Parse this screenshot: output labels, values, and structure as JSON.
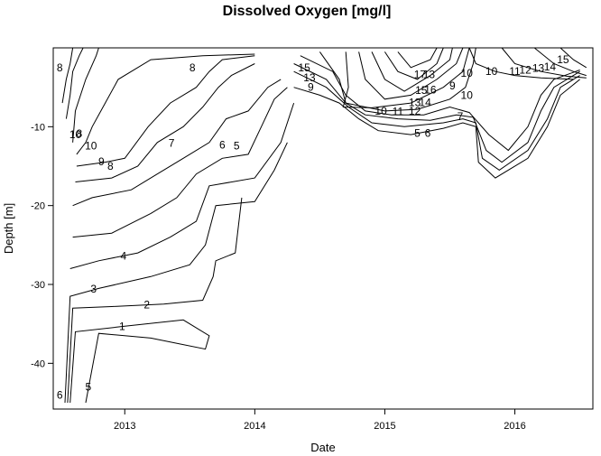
{
  "chart_data": {
    "type": "contour",
    "title": "Dissolved Oxygen [mg/l]",
    "xlabel": "Date",
    "ylabel": "Depth [m]",
    "xlim": [
      2012.45,
      2016.6
    ],
    "ylim": [
      -45.8,
      0
    ],
    "x_ticks": [
      {
        "value": 2013,
        "label": "2013"
      },
      {
        "value": 2014,
        "label": "2014"
      },
      {
        "value": 2015,
        "label": "2015"
      },
      {
        "value": 2016,
        "label": "2016"
      }
    ],
    "y_ticks": [
      {
        "value": -10,
        "label": "-10"
      },
      {
        "value": -20,
        "label": "-20"
      },
      {
        "value": -30,
        "label": "-30"
      },
      {
        "value": -40,
        "label": "-40"
      }
    ],
    "contour_levels": [
      "1",
      "2",
      "3",
      "4",
      "5",
      "6",
      "7",
      "8",
      "9",
      "10",
      "11",
      "12",
      "13",
      "14",
      "15",
      "16",
      "17"
    ],
    "contours": [
      {
        "level": 1,
        "points": [
          [
            2012.58,
            -45
          ],
          [
            2012.62,
            -36
          ],
          [
            2013.0,
            -35.3
          ],
          [
            2013.45,
            -34.5
          ],
          [
            2013.65,
            -36.5
          ],
          [
            2013.62,
            -38.2
          ],
          [
            2013.2,
            -36.8
          ],
          [
            2012.8,
            -36.2
          ],
          [
            2012.7,
            -45
          ]
        ]
      },
      {
        "level": 2,
        "points": [
          [
            2012.56,
            -45
          ],
          [
            2012.6,
            -33
          ],
          [
            2012.9,
            -32.8
          ],
          [
            2013.3,
            -32.5
          ],
          [
            2013.6,
            -32
          ],
          [
            2013.68,
            -29
          ],
          [
            2013.7,
            -27
          ],
          [
            2013.85,
            -26
          ],
          [
            2013.9,
            -19
          ]
        ]
      },
      {
        "level": 3,
        "points": [
          [
            2012.54,
            -45
          ],
          [
            2012.58,
            -31.5
          ],
          [
            2012.8,
            -30.5
          ],
          [
            2013.2,
            -29
          ],
          [
            2013.5,
            -27.5
          ],
          [
            2013.62,
            -25
          ],
          [
            2013.7,
            -20
          ],
          [
            2014.0,
            -19.5
          ],
          [
            2014.15,
            -15.5
          ],
          [
            2014.25,
            -12
          ]
        ]
      },
      {
        "level": 4,
        "points": [
          [
            2012.58,
            -28
          ],
          [
            2012.8,
            -27
          ],
          [
            2013.1,
            -26
          ],
          [
            2013.35,
            -24
          ],
          [
            2013.55,
            -22
          ],
          [
            2013.65,
            -17.5
          ],
          [
            2014.0,
            -16.5
          ],
          [
            2014.2,
            -12
          ],
          [
            2014.3,
            -7
          ]
        ]
      },
      {
        "level": 5,
        "points": [
          [
            2012.6,
            -24
          ],
          [
            2012.9,
            -23.5
          ],
          [
            2013.2,
            -21
          ],
          [
            2013.4,
            -19
          ],
          [
            2013.55,
            -16
          ],
          [
            2013.75,
            -14
          ],
          [
            2013.95,
            -13.5
          ],
          [
            2014.05,
            -10
          ],
          [
            2014.15,
            -6.5
          ],
          [
            2014.25,
            -5
          ]
        ]
      },
      {
        "level": 6,
        "points": [
          [
            2012.6,
            -20
          ],
          [
            2012.75,
            -19
          ],
          [
            2013.05,
            -18
          ],
          [
            2013.25,
            -16
          ],
          [
            2013.45,
            -14
          ],
          [
            2013.65,
            -12
          ],
          [
            2013.78,
            -9
          ],
          [
            2013.95,
            -8
          ],
          [
            2014.1,
            -5
          ],
          [
            2014.2,
            -4
          ]
        ]
      },
      {
        "level": 7,
        "points": [
          [
            2012.62,
            -17
          ],
          [
            2012.9,
            -16.5
          ],
          [
            2013.1,
            -15
          ],
          [
            2013.25,
            -12
          ],
          [
            2013.45,
            -10
          ],
          [
            2013.6,
            -7.5
          ],
          [
            2013.72,
            -5
          ],
          [
            2013.82,
            -3.5
          ],
          [
            2014.0,
            -2
          ]
        ]
      },
      {
        "level": 8,
        "points": [
          [
            2012.63,
            -15
          ],
          [
            2012.85,
            -14.5
          ],
          [
            2013.0,
            -14
          ],
          [
            2013.18,
            -10
          ],
          [
            2013.35,
            -7
          ],
          [
            2013.55,
            -5
          ],
          [
            2013.65,
            -3
          ],
          [
            2013.75,
            -1.5
          ],
          [
            2014.0,
            -1
          ]
        ]
      },
      {
        "level": 9,
        "points": [
          [
            2012.63,
            -13.5
          ],
          [
            2012.7,
            -12
          ],
          [
            2012.75,
            -10
          ],
          [
            2012.85,
            -7
          ],
          [
            2012.95,
            -4
          ],
          [
            2013.2,
            -1.5
          ],
          [
            2013.6,
            -1
          ],
          [
            2014.0,
            -0.8
          ]
        ]
      },
      {
        "level": 10,
        "points": [
          [
            2012.6,
            -12
          ],
          [
            2012.62,
            -8
          ],
          [
            2012.7,
            -4
          ],
          [
            2012.78,
            -1
          ],
          [
            2012.8,
            0
          ]
        ]
      },
      {
        "level": 11,
        "points": [
          [
            2012.55,
            -9
          ],
          [
            2012.58,
            -6
          ],
          [
            2012.6,
            -3
          ],
          [
            2012.65,
            -1
          ],
          [
            2012.68,
            0
          ]
        ]
      },
      {
        "level": 12,
        "points": [
          [
            2012.52,
            -7
          ],
          [
            2012.55,
            -4
          ],
          [
            2012.58,
            -2
          ],
          [
            2012.6,
            0
          ]
        ]
      },
      {
        "level": 5,
        "points": [
          [
            2014.3,
            -5
          ],
          [
            2014.5,
            -6
          ],
          [
            2014.65,
            -7
          ],
          [
            2014.8,
            -9
          ],
          [
            2014.95,
            -10.5
          ],
          [
            2015.2,
            -11
          ],
          [
            2015.45,
            -10.2
          ],
          [
            2015.6,
            -9.5
          ],
          [
            2015.7,
            -10
          ],
          [
            2015.72,
            -14.5
          ],
          [
            2015.85,
            -16.5
          ],
          [
            2016.1,
            -14
          ],
          [
            2016.25,
            -10
          ],
          [
            2016.35,
            -6
          ],
          [
            2016.5,
            -4
          ]
        ]
      },
      {
        "level": 6,
        "points": [
          [
            2014.3,
            -3
          ],
          [
            2014.55,
            -5
          ],
          [
            2014.72,
            -7.5
          ],
          [
            2014.9,
            -9.5
          ],
          [
            2015.15,
            -10
          ],
          [
            2015.45,
            -9.5
          ],
          [
            2015.6,
            -9
          ],
          [
            2015.7,
            -9.5
          ],
          [
            2015.75,
            -14
          ],
          [
            2015.88,
            -15.5
          ],
          [
            2016.1,
            -13
          ],
          [
            2016.25,
            -9
          ],
          [
            2016.35,
            -5
          ],
          [
            2016.5,
            -3.5
          ]
        ]
      },
      {
        "level": 7,
        "points": [
          [
            2014.3,
            -2
          ],
          [
            2014.55,
            -4
          ],
          [
            2014.7,
            -7
          ],
          [
            2014.85,
            -8.5
          ],
          [
            2015.1,
            -9
          ],
          [
            2015.35,
            -9.2
          ],
          [
            2015.55,
            -8.5
          ],
          [
            2015.68,
            -8.8
          ],
          [
            2015.78,
            -13
          ],
          [
            2015.9,
            -14.5
          ],
          [
            2016.1,
            -12
          ],
          [
            2016.2,
            -8
          ],
          [
            2016.3,
            -5
          ],
          [
            2016.5,
            -3
          ]
        ]
      },
      {
        "level": 8,
        "points": [
          [
            2014.35,
            -1
          ],
          [
            2014.6,
            -3
          ],
          [
            2014.7,
            -6
          ],
          [
            2014.85,
            -8
          ],
          [
            2015.05,
            -8.5
          ],
          [
            2015.3,
            -8.5
          ],
          [
            2015.5,
            -7.5
          ],
          [
            2015.65,
            -8.2
          ],
          [
            2015.8,
            -11
          ],
          [
            2015.95,
            -13
          ],
          [
            2016.1,
            -10
          ],
          [
            2016.2,
            -6
          ],
          [
            2016.3,
            -4
          ],
          [
            2016.5,
            -2.8
          ]
        ]
      },
      {
        "level": 9,
        "points": [
          [
            2014.5,
            -0.5
          ],
          [
            2014.65,
            -4
          ],
          [
            2014.7,
            -7
          ],
          [
            2015.0,
            -8
          ],
          [
            2015.25,
            -7.8
          ],
          [
            2015.5,
            -6.5
          ],
          [
            2015.62,
            -5
          ],
          [
            2015.68,
            -2
          ],
          [
            2015.7,
            0
          ]
        ]
      },
      {
        "level": 10,
        "points": [
          [
            2014.7,
            -0.5
          ],
          [
            2014.72,
            -5
          ],
          [
            2014.68,
            -7.5
          ],
          [
            2014.9,
            -7.6
          ],
          [
            2015.2,
            -7
          ],
          [
            2015.45,
            -5
          ],
          [
            2015.6,
            -3
          ],
          [
            2015.65,
            0
          ]
        ]
      },
      {
        "level": 11,
        "points": [
          [
            2014.8,
            -0.5
          ],
          [
            2014.85,
            -4
          ],
          [
            2015.0,
            -6.5
          ],
          [
            2015.2,
            -6
          ],
          [
            2015.4,
            -4
          ],
          [
            2015.55,
            -2
          ],
          [
            2015.6,
            0
          ]
        ]
      },
      {
        "level": 12,
        "points": [
          [
            2014.9,
            -0.5
          ],
          [
            2015.0,
            -4
          ],
          [
            2015.15,
            -5.5
          ],
          [
            2015.35,
            -3.5
          ],
          [
            2015.5,
            -1.5
          ],
          [
            2015.52,
            0
          ]
        ]
      },
      {
        "level": 13,
        "points": [
          [
            2015.0,
            -0.5
          ],
          [
            2015.1,
            -3
          ],
          [
            2015.25,
            -4
          ],
          [
            2015.4,
            -2
          ],
          [
            2015.45,
            0
          ]
        ]
      },
      {
        "level": 14,
        "points": [
          [
            2015.1,
            -0.5
          ],
          [
            2015.2,
            -2.5
          ],
          [
            2015.35,
            -1.5
          ],
          [
            2015.4,
            0
          ]
        ]
      },
      {
        "level": 10,
        "points": [
          [
            2015.65,
            0
          ],
          [
            2015.7,
            -2
          ],
          [
            2015.85,
            -3
          ],
          [
            2016.0,
            -3.5
          ],
          [
            2016.2,
            -3.8
          ],
          [
            2016.45,
            -4
          ]
        ]
      },
      {
        "level": 12,
        "points": [
          [
            2015.9,
            0
          ],
          [
            2016.0,
            -2
          ],
          [
            2016.2,
            -3
          ],
          [
            2016.4,
            -3.6
          ],
          [
            2016.55,
            -3.8
          ]
        ]
      },
      {
        "level": 14,
        "points": [
          [
            2016.15,
            0
          ],
          [
            2016.3,
            -2
          ],
          [
            2016.45,
            -3
          ],
          [
            2016.55,
            -3.5
          ]
        ]
      },
      {
        "level": 15,
        "points": [
          [
            2016.35,
            0
          ],
          [
            2016.45,
            -1.5
          ],
          [
            2016.55,
            -2.5
          ]
        ]
      }
    ],
    "labels": [
      {
        "text": "1",
        "x": 2012.98,
        "y": -35.3
      },
      {
        "text": "2",
        "x": 2013.17,
        "y": -32.6
      },
      {
        "text": "3",
        "x": 2012.76,
        "y": -30.6
      },
      {
        "text": "4",
        "x": 2012.99,
        "y": -26.4
      },
      {
        "text": "5",
        "x": 2013.86,
        "y": -12.4
      },
      {
        "text": "6",
        "x": 2013.75,
        "y": -12.3
      },
      {
        "text": "7",
        "x": 2013.36,
        "y": -12.1
      },
      {
        "text": "8",
        "x": 2012.89,
        "y": -15.0
      },
      {
        "text": "9",
        "x": 2012.82,
        "y": -14.4
      },
      {
        "text": "10",
        "x": 2012.74,
        "y": -12.4
      },
      {
        "text": "8",
        "x": 2013.52,
        "y": -2.5
      },
      {
        "text": "10",
        "x": 2012.62,
        "y": -11.0
      },
      {
        "text": "8",
        "x": 2012.65,
        "y": -10.9
      },
      {
        "text": "10",
        "x": 2014.97,
        "y": -8.0
      },
      {
        "text": "11",
        "x": 2015.1,
        "y": -8.1
      },
      {
        "text": "12",
        "x": 2015.23,
        "y": -8.0
      },
      {
        "text": "13",
        "x": 2015.23,
        "y": -6.9
      },
      {
        "text": "14",
        "x": 2015.31,
        "y": -6.9
      },
      {
        "text": "15",
        "x": 2015.28,
        "y": -5.4
      },
      {
        "text": "16",
        "x": 2015.35,
        "y": -5.3
      },
      {
        "text": "17",
        "x": 2015.27,
        "y": -3.4
      },
      {
        "text": "13",
        "x": 2015.34,
        "y": -3.4
      },
      {
        "text": "9",
        "x": 2015.52,
        "y": -4.8
      },
      {
        "text": "7",
        "x": 2015.58,
        "y": -8.7
      },
      {
        "text": "5",
        "x": 2015.25,
        "y": -10.8
      },
      {
        "text": "6",
        "x": 2015.33,
        "y": -10.8
      },
      {
        "text": "10",
        "x": 2015.63,
        "y": -3.2
      },
      {
        "text": "10",
        "x": 2015.82,
        "y": -3.0
      },
      {
        "text": "11",
        "x": 2016.0,
        "y": -3.0
      },
      {
        "text": "12",
        "x": 2016.08,
        "y": -2.8
      },
      {
        "text": "13",
        "x": 2016.18,
        "y": -2.6
      },
      {
        "text": "14",
        "x": 2016.27,
        "y": -2.4
      },
      {
        "text": "15",
        "x": 2016.37,
        "y": -1.5
      },
      {
        "text": "10",
        "x": 2015.63,
        "y": -6.0
      },
      {
        "text": "15",
        "x": 2014.38,
        "y": -2.5
      },
      {
        "text": "13",
        "x": 2014.42,
        "y": -3.8
      },
      {
        "text": "9",
        "x": 2014.43,
        "y": -5.0
      },
      {
        "text": "8",
        "x": 2012.5,
        "y": -2.5
      },
      {
        "text": "6",
        "x": 2012.5,
        "y": -44.0
      },
      {
        "text": "5",
        "x": 2012.72,
        "y": -43.0
      }
    ]
  }
}
